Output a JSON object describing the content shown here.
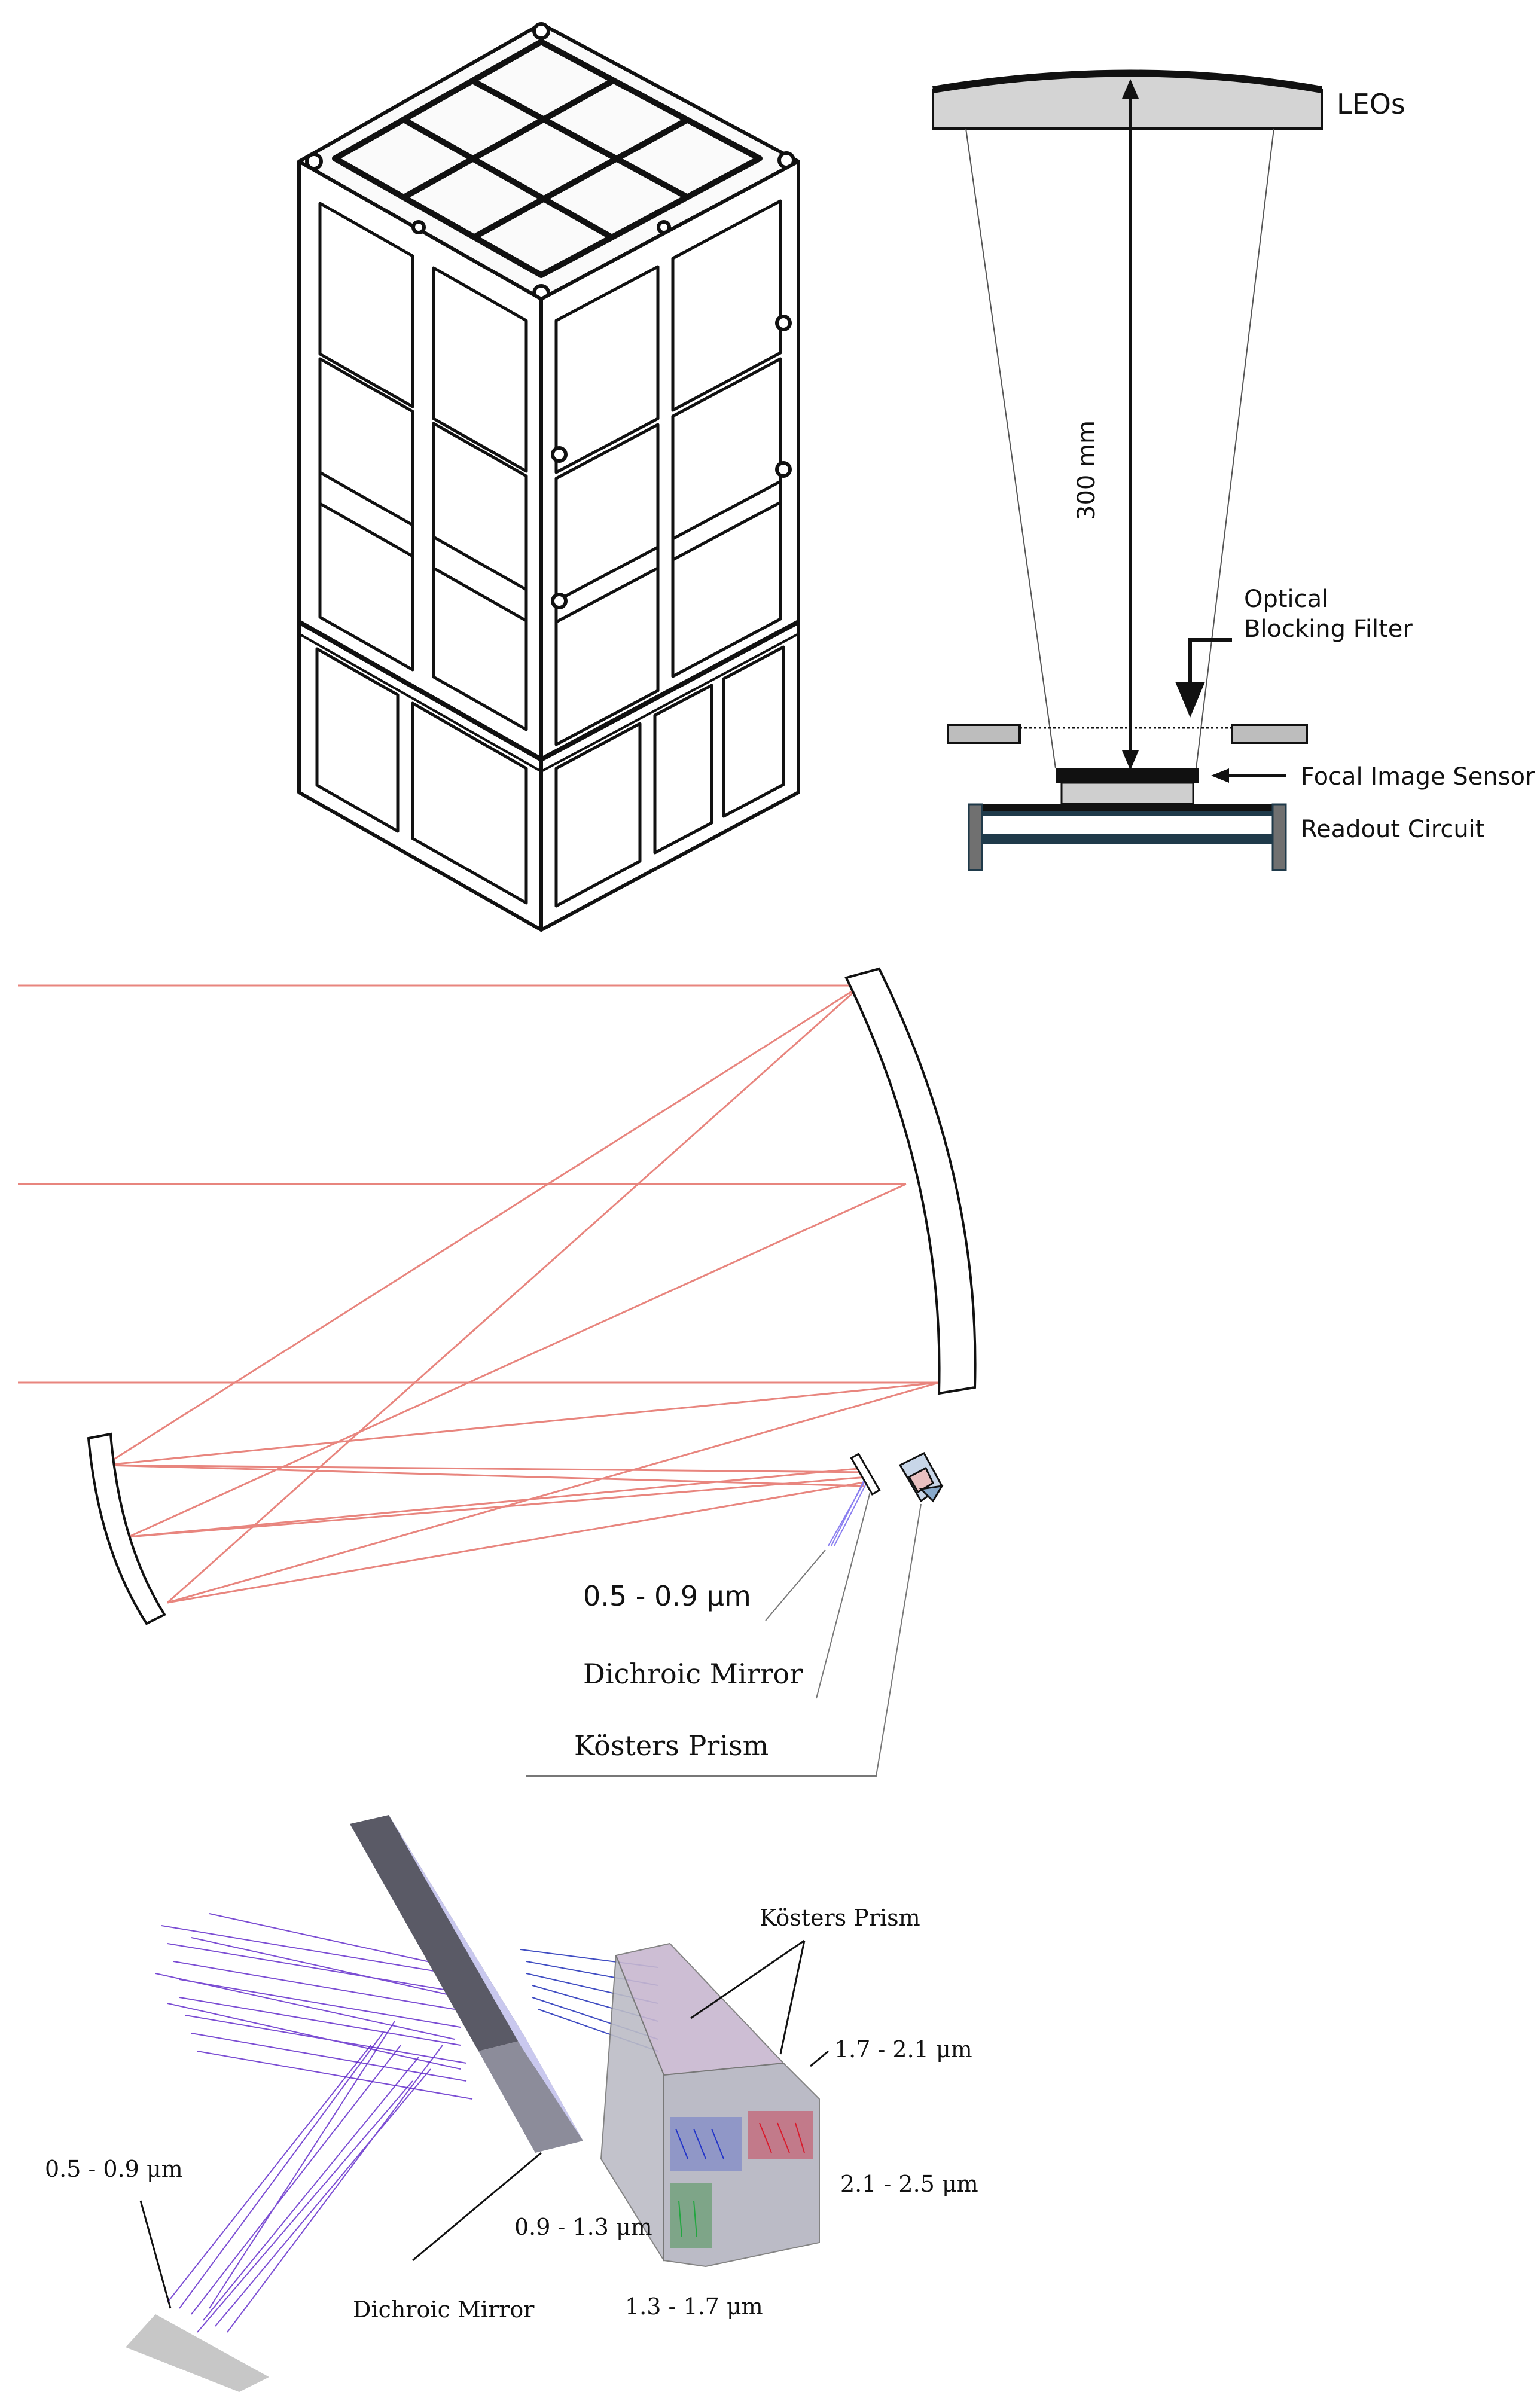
{
  "panel_a": {},
  "panel_b": {
    "leos_label": "LEOs",
    "distance_label": "300 mm",
    "filter_label_line1": "Optical",
    "filter_label_line2": "Blocking Filter",
    "sensor_label": "Focal Image Sensor",
    "readout_label": "Readout Circuit"
  },
  "panel_c": {
    "band_label": "0.5 - 0.9 μm",
    "dichroic_label": "Dichroic Mirror",
    "prism_label": "Kösters Prism",
    "ray_color": "#e8857e"
  },
  "panel_d": {
    "prism_label": "Kösters Prism",
    "band_17_21": "1.7 - 2.1 μm",
    "band_21_25": "2.1 - 2.5 μm",
    "band_05_09": "0.5 - 0.9  μm",
    "band_09_13": "0.9 - 1.3 μm",
    "band_13_17": "1.3 - 1.7 μm",
    "dichroic_label": "Dichroic Mirror",
    "ray_color_primary": "#5b21c9",
    "ray_color_secondary": "#1f2fb8"
  }
}
